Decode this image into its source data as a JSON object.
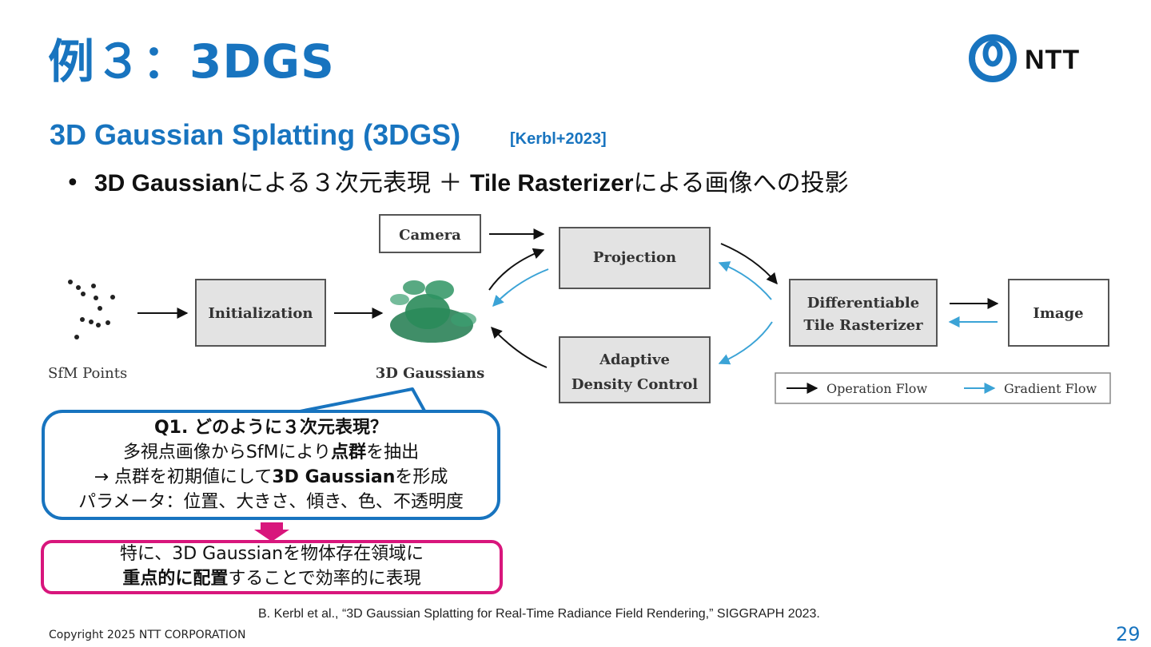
{
  "slide": {
    "title": "例３：3DGS",
    "logo_text": "NTT",
    "subtitle": "3D Gaussian Splatting (3DGS)",
    "subtitle_cite": "[Kerbl+2023]",
    "bullet": {
      "marker": "•",
      "bold1": "3D Gaussian",
      "text1": "による３次元表現 ＋ ",
      "bold2": "Tile Rasterizer",
      "text2": "による画像への投影"
    }
  },
  "diagram": {
    "sfm_label": "SfM Points",
    "initialization": "Initialization",
    "gaussians_label": "3D Gaussians",
    "camera": "Camera",
    "projection": "Projection",
    "adaptive_line1": "Adaptive",
    "adaptive_line2": "Density Control",
    "rasterizer_line1": "Differentiable",
    "rasterizer_line2": "Tile Rasterizer",
    "image": "Image",
    "legend_operation": "Operation Flow",
    "legend_gradient": "Gradient Flow",
    "colors": {
      "operation": "#111111",
      "gradient": "#3ba3d6",
      "box_fill": "#e3e3e3",
      "gaussian": "#1f7a4e"
    }
  },
  "question": {
    "q1": "Q1. どのように３次元表現？",
    "line2_pre": "多視点画像からSfMにより",
    "line2_bold": "点群",
    "line2_post": "を抽出",
    "line3_pre": "→ 点群を初期値にして",
    "line3_bold": "3D Gaussian",
    "line3_post": "を形成",
    "line4": "パラメータ：位置、大きさ、傾き、色、不透明度"
  },
  "highlight": {
    "line1": "特に、3D Gaussianを物体存在領域に",
    "line2_bold1": "重点的に配置",
    "line2_post": "することで効率的に表現",
    "colors": {
      "border": "#d8167c"
    }
  },
  "footer": {
    "reference": "B. Kerbl et al., “3D Gaussian Splatting for Real-Time Radiance Field Rendering,” SIGGRAPH 2023.",
    "copyright": "Copyright 2025 NTT CORPORATION",
    "page_number": "29"
  },
  "theme": {
    "accent": "#1874bf"
  }
}
